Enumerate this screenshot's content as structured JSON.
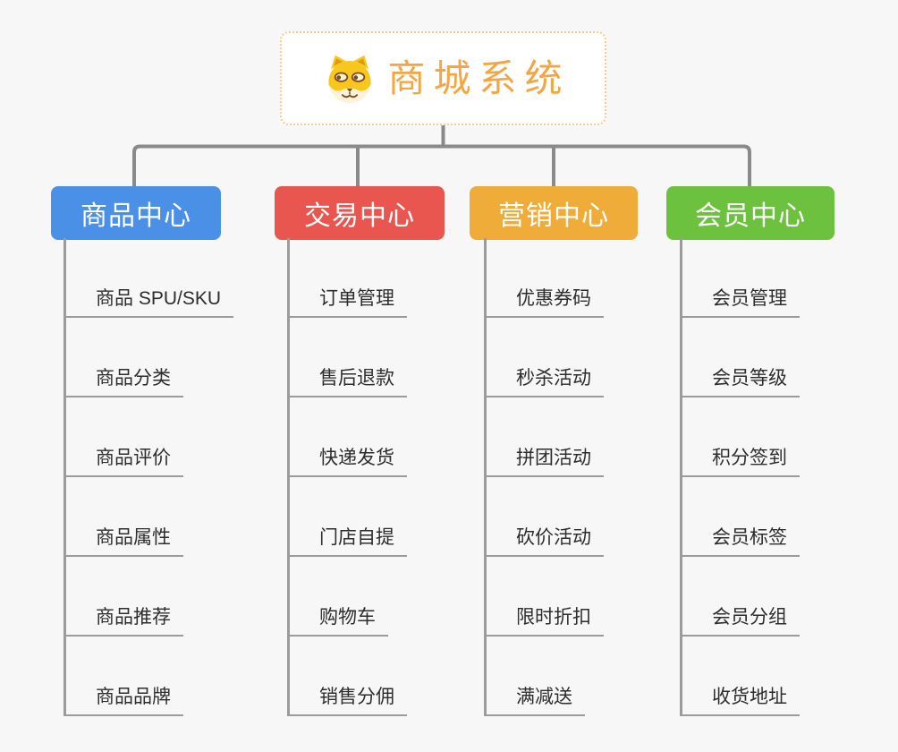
{
  "canvas": {
    "background": "#f7f7f7",
    "connector_color": "#8a8a8a",
    "branch_line_color": "#9b9b9b"
  },
  "root": {
    "title": "商城系统",
    "icon": "dog-face-icon",
    "accent_color": "#F2A644",
    "border_color": "#F5CB8E"
  },
  "branches": [
    {
      "label": "商品中心",
      "color": "#4B90E7",
      "children": [
        "商品 SPU/SKU",
        "商品分类",
        "商品评价",
        "商品属性",
        "商品推荐",
        "商品品牌"
      ]
    },
    {
      "label": "交易中心",
      "color": "#E8564F",
      "children": [
        "订单管理",
        "售后退款",
        "快递发货",
        "门店自提",
        "购物车",
        "销售分佣"
      ]
    },
    {
      "label": "营销中心",
      "color": "#EFAC38",
      "children": [
        "优惠券码",
        "秒杀活动",
        "拼团活动",
        "砍价活动",
        "限时折扣",
        "满减送"
      ]
    },
    {
      "label": "会员中心",
      "color": "#6CC13F",
      "children": [
        "会员管理",
        "会员等级",
        "积分签到",
        "会员标签",
        "会员分组",
        "收货地址"
      ]
    }
  ]
}
